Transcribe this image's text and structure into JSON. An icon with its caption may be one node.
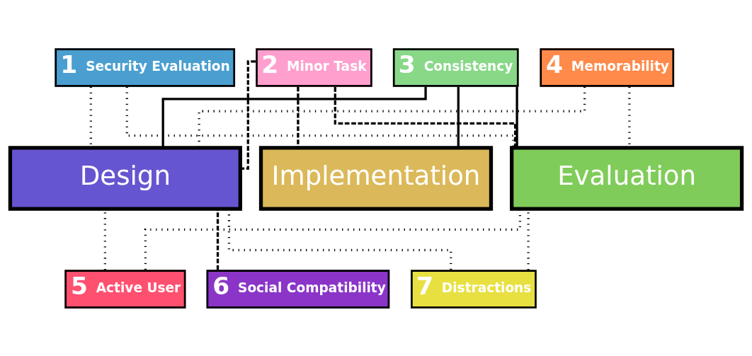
{
  "diagram": {
    "nodes": [
      {
        "text": [
          "1",
          "Security Evaluation"
        ]
      },
      {
        "text": [
          "2",
          "Minor Task"
        ]
      },
      {
        "text": [
          "3",
          "Consistency"
        ]
      },
      {
        "text": [
          "4",
          "Memorability"
        ]
      },
      {
        "text": [
          "Design"
        ]
      },
      {
        "text": [
          "Implementation"
        ]
      },
      {
        "text": [
          "Evaluation"
        ]
      },
      {
        "text": [
          "5",
          "Active User"
        ]
      },
      {
        "text": [
          "6",
          "Social Compatibility"
        ]
      },
      {
        "text": [
          "7",
          "Distractions"
        ]
      }
    ],
    "edges": [
      {
        "from": 0,
        "to": 4,
        "arrow": "none",
        "style": "dashed"
      },
      {
        "from": 0,
        "to": 6,
        "arrow": "none",
        "style": "dashed"
      },
      {
        "from": 1,
        "to": 4,
        "arrow": "none",
        "style": "dashed"
      },
      {
        "from": 1,
        "to": 5,
        "arrow": "none",
        "style": "dashed"
      },
      {
        "from": 1,
        "to": 6,
        "arrow": "none",
        "style": "dashed"
      },
      {
        "from": 2,
        "to": 4,
        "arrow": "none"
      },
      {
        "from": 2,
        "to": 5,
        "arrow": "none"
      },
      {
        "from": 2,
        "to": 6,
        "arrow": "none"
      },
      {
        "from": 3,
        "to": 4,
        "arrow": "none",
        "style": "dashed"
      },
      {
        "from": 3,
        "to": 6,
        "arrow": "none",
        "style": "dashed"
      },
      {
        "from": 7,
        "to": 4,
        "arrow": "none",
        "style": "dashed"
      },
      {
        "from": 7,
        "to": 6,
        "arrow": "none",
        "style": "dashed"
      },
      {
        "from": 8,
        "to": 4,
        "arrow": "none",
        "style": "dashed"
      },
      {
        "from": 9,
        "to": 4,
        "arrow": "none",
        "style": "dashed"
      },
      {
        "from": 9,
        "to": 6,
        "arrow": "none",
        "style": "dashed"
      }
    ]
  }
}
